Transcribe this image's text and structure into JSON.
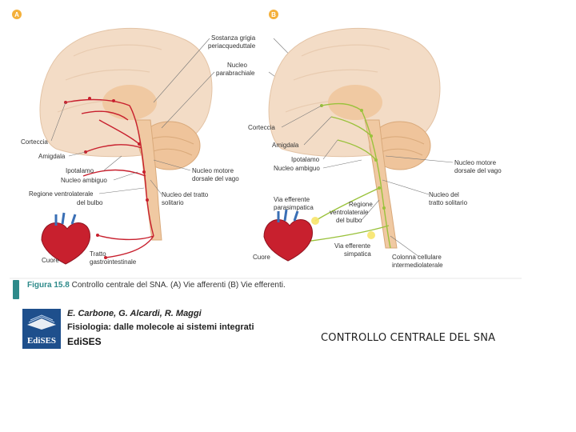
{
  "figure": {
    "panel_a": {
      "badge": "A",
      "labels": {
        "corteccia": "Corteccia",
        "amigdala": "Amigdala",
        "ipotalamo": "Ipotalamo",
        "nucleo_ambiguo": "Nucleo ambiguo",
        "regione_line1": "Regione ventrolaterale",
        "regione_line2": "del bulbo",
        "cuore": "Cuore",
        "tratto_line1": "Tratto",
        "tratto_line2": "gastrointestinale",
        "nucleo_motore_line1": "Nucleo motore",
        "nucleo_motore_line2": "dorsale del vago",
        "nucleo_tratto_line1": "Nucleo del tratto",
        "nucleo_tratto_line2": "solitario"
      }
    },
    "top_labels": {
      "sostanza_line1": "Sostanza grigia",
      "sostanza_line2": "periacqueduttale",
      "parabrachiale_line1": "Nucleo",
      "parabrachiale_line2": "parabrachiale"
    },
    "panel_b": {
      "badge": "B",
      "labels": {
        "corteccia": "Corteccia",
        "amigdala": "Amigdala",
        "ipotalamo": "Ipotalamo",
        "nucleo_ambiguo": "Nucleo ambiguo",
        "via_para_line1": "Via efferente",
        "via_para_line2": "parasimpatica",
        "cuore": "Cuore",
        "regione_line1": "Regione",
        "regione_line2": "ventrolaterale",
        "regione_line3": "del bulbo",
        "via_simp_line1": "Via efferente",
        "via_simp_line2": "simpatica",
        "nucleo_motore_line1": "Nucleo motore",
        "nucleo_motore_line2": "dorsale del vago",
        "nucleo_tratto_line1": "Nucleo del",
        "nucleo_tratto_line2": "tratto solitario",
        "colonna_line1": "Colonna cellulare",
        "colonna_line2": "intermediolaterale"
      }
    },
    "colors": {
      "afferent": "#c8202e",
      "efferent": "#9ac23c",
      "brain": "#f3dcc6",
      "brainstem": "#f0c9a2",
      "accent": "#2e8a8a"
    }
  },
  "caption": {
    "figure_number": "Figura 15.8",
    "text": "Controllo centrale del SNA. (A) Vie afferenti (B) Vie efferenti."
  },
  "credit": {
    "logo": "EdiSES",
    "authors": "E. Carbone, G. Alcardi, R. Maggi",
    "title": "Fisiologia: dalle molecole ai sistemi integrati",
    "publisher": "EdiSES"
  },
  "slide_title": "CONTROLLO CENTRALE DEL SNA"
}
